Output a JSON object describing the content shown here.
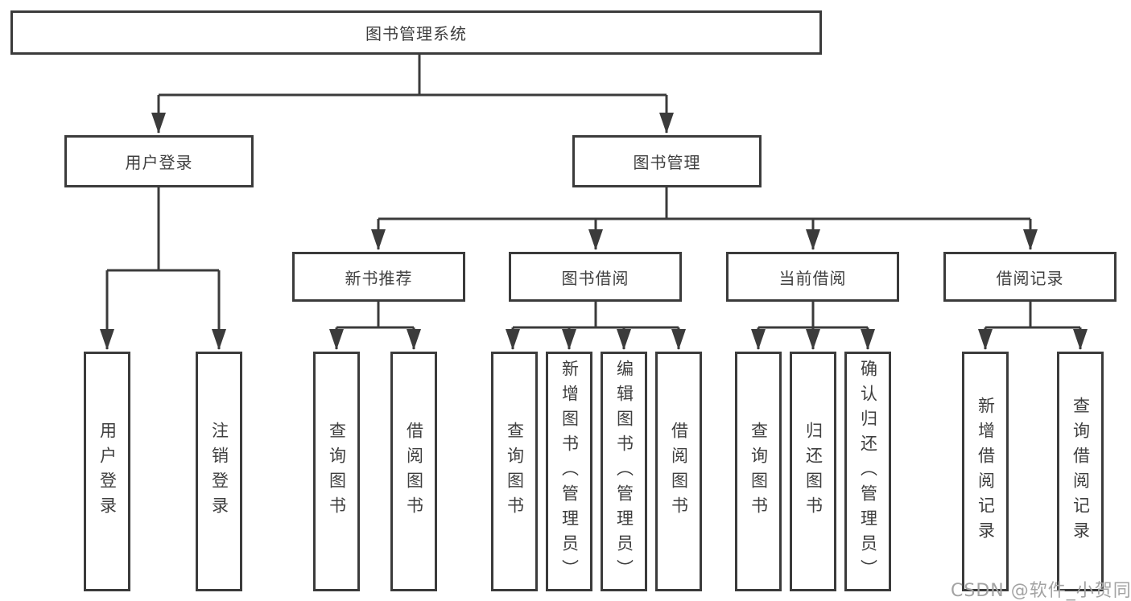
{
  "nodes": {
    "root": {
      "label": "图书管理系统"
    },
    "user_login": {
      "label": "用户登录"
    },
    "book_mgmt": {
      "label": "图书管理"
    },
    "new_book_rec": {
      "label": "新书推荐"
    },
    "book_borrow": {
      "label": "图书借阅"
    },
    "current_borrow": {
      "label": "当前借阅"
    },
    "borrow_record": {
      "label": "借阅记录"
    },
    "leaf_user_login": {
      "label": "用户登录"
    },
    "leaf_logout_login": {
      "label": "注销登录"
    },
    "rec_query_book": {
      "label": "查询图书"
    },
    "rec_borrow_book": {
      "label": "借阅图书"
    },
    "bb_query_book": {
      "label": "查询图书"
    },
    "bb_add_book_admin": {
      "label": "新增图书（管理员）"
    },
    "bb_edit_book_admin": {
      "label": "编辑图书（管理员）"
    },
    "bb_borrow_book": {
      "label": "借阅图书"
    },
    "cb_query_book": {
      "label": "查询图书"
    },
    "cb_return_book": {
      "label": "归还图书"
    },
    "cb_confirm_return_admin": {
      "label": "确认归还（管理员）"
    },
    "br_add_record": {
      "label": "新增借阅记录"
    },
    "br_query_record": {
      "label": "查询借阅记录"
    }
  },
  "watermark": {
    "text": "CSDN @软件_小贺同学"
  },
  "colors": {
    "line": "#3b3b3b",
    "box_border": "#3b3b3b",
    "text": "#3f3f3f",
    "background": "#ffffff",
    "watermark": "#a3a3a3"
  }
}
